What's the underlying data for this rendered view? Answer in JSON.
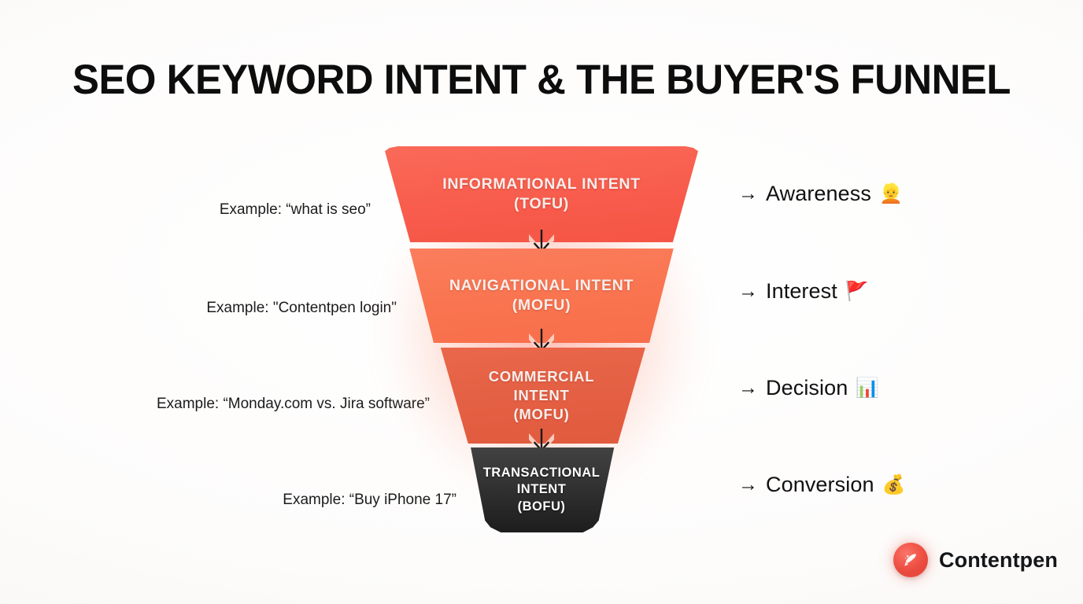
{
  "page": {
    "title": "SEO KEYWORD INTENT & THE BUYER'S FUNNEL",
    "background_color": "#fbfaf9",
    "title_color": "#0d0d0d"
  },
  "funnel": {
    "glow_color": "#ff6854",
    "stages": [
      {
        "id": "informational",
        "line1": "INFORMATIONAL INTENT",
        "line2": "(TOFU)",
        "color": "#f85c4c",
        "example": "Example: “what is seo”",
        "stage_arrow": "→",
        "stage_name": "Awareness",
        "stage_emoji": "👱",
        "stage_emoji_name": "person-with-idea-icon"
      },
      {
        "id": "navigational",
        "line1": "NAVIGATIONAL INTENT",
        "line2": "(MOFU)",
        "color": "#f9744f",
        "example": "Example: \"Contentpen login\"",
        "stage_arrow": "→",
        "stage_name": "Interest",
        "stage_emoji": "🚩",
        "stage_emoji_name": "signpost-icon"
      },
      {
        "id": "commercial",
        "line1": "COMMERCIAL",
        "line2": "INTENT",
        "line3": "(MOFU)",
        "color": "#e45f43",
        "example": "Example: “Monday.com vs. Jira software”",
        "stage_arrow": "→",
        "stage_name": "Decision",
        "stage_emoji": "📊",
        "stage_emoji_name": "chart-check-icon"
      },
      {
        "id": "transactional",
        "line1": "TRANSACTIONAL",
        "line2": "INTENT",
        "line3": "(BOFU)",
        "color": "#2b2b2b",
        "example": "Example: “Buy iPhone 17”",
        "stage_arrow": "→",
        "stage_name": "Conversion",
        "stage_emoji": "💰",
        "stage_emoji_name": "money-bag-icon"
      }
    ]
  },
  "brand": {
    "name": "Contentpen",
    "mark_color": "#f2594c",
    "mark_icon": "pen-icon"
  }
}
